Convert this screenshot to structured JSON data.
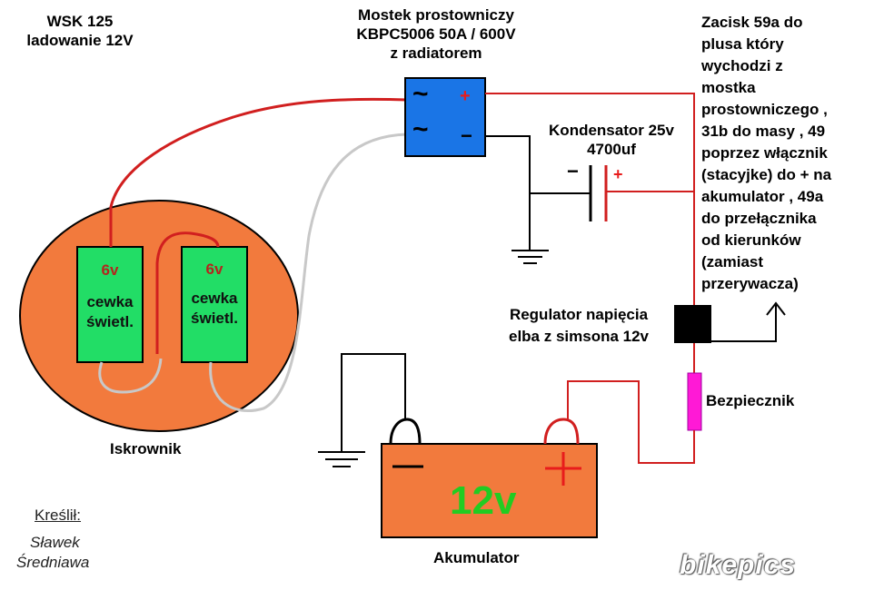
{
  "title": {
    "line1": "WSK 125",
    "line2": "ladowanie 12V"
  },
  "bridge": {
    "label_line1": "Mostek prostowniczy",
    "label_line2": "KBPC5006  50A / 600V",
    "label_line3": "z radiatorem",
    "plus": "+",
    "minus": "−",
    "ac1": "~",
    "ac2": "~",
    "color": "#1a75e6"
  },
  "capacitor": {
    "label_line1": "Kondensator 25v",
    "label_line2": "4700uf",
    "minus": "−",
    "plus": "+"
  },
  "note": "Zacisk 59a do\nplusa który\nwychodzi z\nmostka\nprostowniczego ,\n31b do masy , 49\npoprzez włącznik\n(stacyjke) do + na\nakumulator , 49a\ndo przełącznika\nod kierunków\n(zamiast\nprzerywacza)",
  "regulator": {
    "label_line1": "Regulator napięcia",
    "label_line2": "elba z simsona 12v"
  },
  "fuse": {
    "label": "Bezpiecznik",
    "color": "#ff19d6"
  },
  "magneto": {
    "label": "Iskrownik",
    "color": "#f27a3d",
    "coils": [
      {
        "voltage": "6v",
        "line1": "cewka",
        "line2": "świetl."
      },
      {
        "voltage": "6v",
        "line1": "cewka",
        "line2": "świetl."
      }
    ],
    "coil_color": "#22dd66"
  },
  "battery": {
    "label": "Akumulator",
    "voltage": "12v",
    "minus": "−",
    "plus": "+",
    "color": "#f27a3d"
  },
  "author": {
    "heading": "Kreślił:",
    "line1": "Sławek",
    "line2": "Średniawa"
  },
  "watermark": "bikepics",
  "colors": {
    "wire_positive": "#d11f1f",
    "wire_ground": "#000000",
    "wire_ac": "#c8c8c8"
  }
}
